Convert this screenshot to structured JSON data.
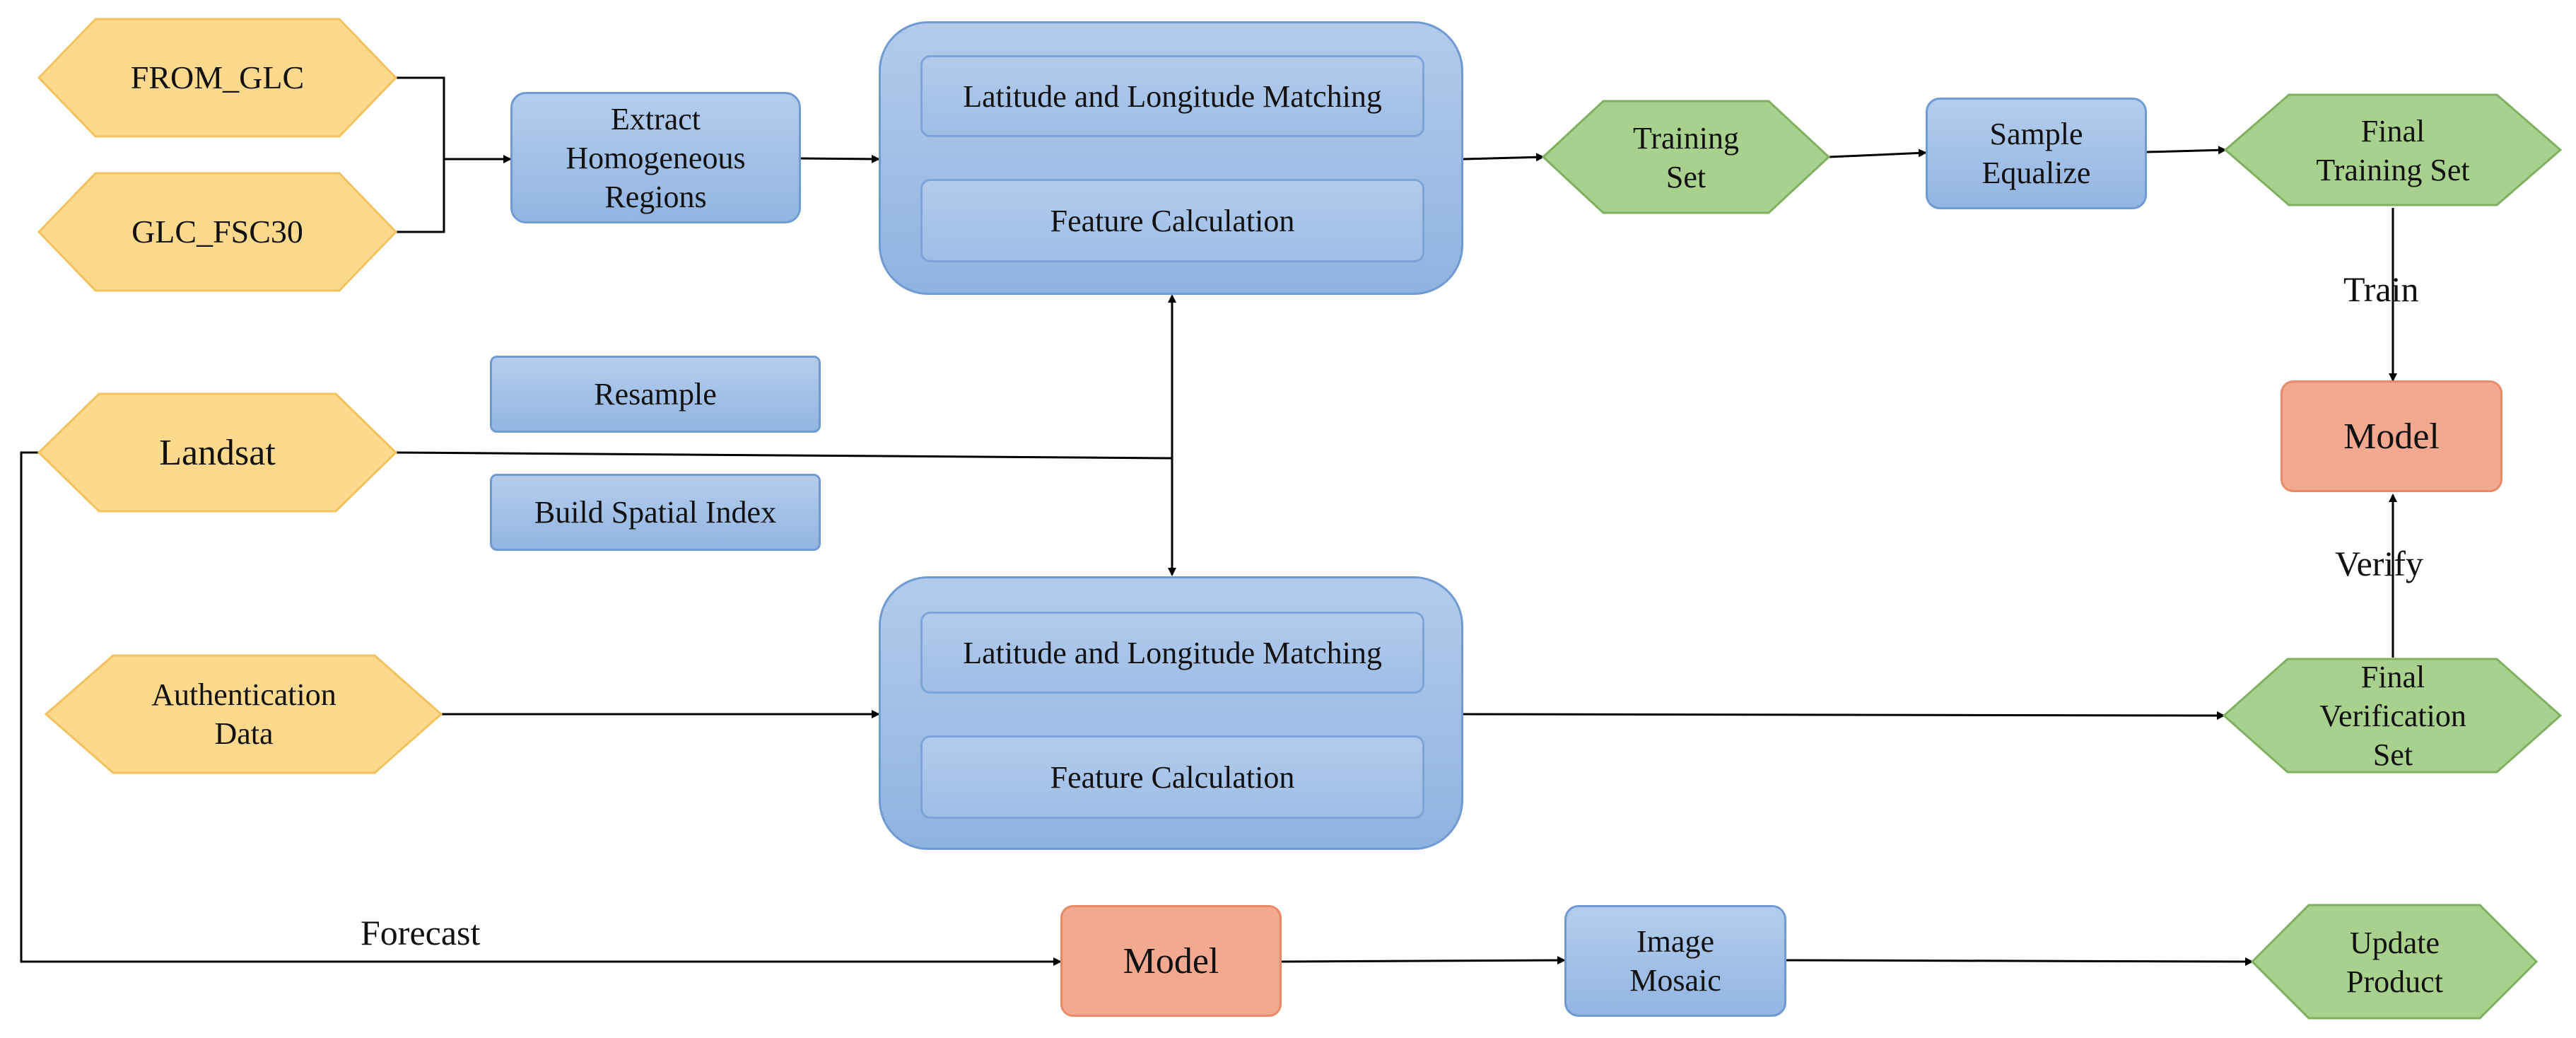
{
  "colors": {
    "input_fill": "#fdd98d",
    "input_stroke": "#f2c25e",
    "process_fill": "#a6c4ea",
    "output_fill": "#a9d18e",
    "output_stroke": "#7fb05f",
    "model_fill": "#f3a98f",
    "line": "#000000"
  },
  "inputs": {
    "from_glc": "FROM_GLC",
    "glc_fsc30": "GLC_FSC30",
    "landsat": "Landsat",
    "authentication_data": "Authentication\nData"
  },
  "process": {
    "extract_homogeneous_regions": "Extract\nHomogeneous\nRegions",
    "resample": "Resample",
    "build_spatial_index": "Build Spatial Index",
    "sample_equalize": "Sample\nEqualize",
    "image_mosaic": "Image\nMosaic"
  },
  "top_group": {
    "latlon_matching": "Latitude and Longitude Matching",
    "feature_calculation": "Feature Calculation"
  },
  "bottom_group": {
    "latlon_matching": "Latitude and Longitude Matching",
    "feature_calculation": "Feature Calculation"
  },
  "outputs": {
    "training_set": "Training\nSet",
    "final_training_set": "Final\nTraining Set",
    "final_verification_set": "Final\nVerification\nSet",
    "update_product": "Update\nProduct"
  },
  "models": {
    "model_right": "Model",
    "model_bottom": "Model"
  },
  "edge_labels": {
    "train": "Train",
    "verify": "Verify",
    "forecast": "Forecast"
  }
}
